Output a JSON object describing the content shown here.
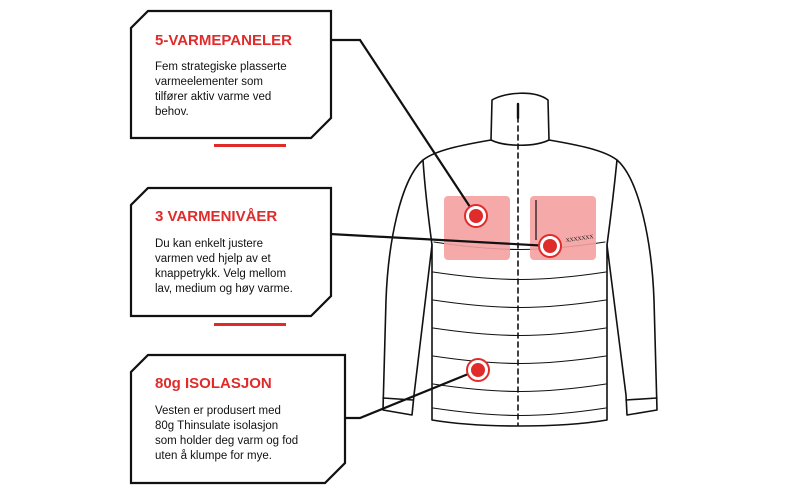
{
  "callouts": [
    {
      "title": "5-VARMEPANELER",
      "lines": [
        "Fem strategiske plasserte",
        "varmeelementer som",
        "tilfører aktiv varme ved",
        "behov."
      ]
    },
    {
      "title": "3 VARMENIVÅER",
      "lines": [
        "Du kan enkelt justere",
        "varmen ved hjelp av et",
        "knappetrykk. Velg mellom",
        "lav, medium og høy varme."
      ]
    },
    {
      "title": "80g ISOLASJON",
      "lines": [
        "Vesten er produsert med",
        "80g Thinsulate isolasjon",
        "som holder deg varm og fod",
        "uten å klumpe for mye."
      ]
    }
  ],
  "chest_logo_text": "XXXXXXX",
  "colors": {
    "accent": "#e02b2b",
    "heat_panel": "#f4a0a0",
    "outline": "#111111"
  }
}
